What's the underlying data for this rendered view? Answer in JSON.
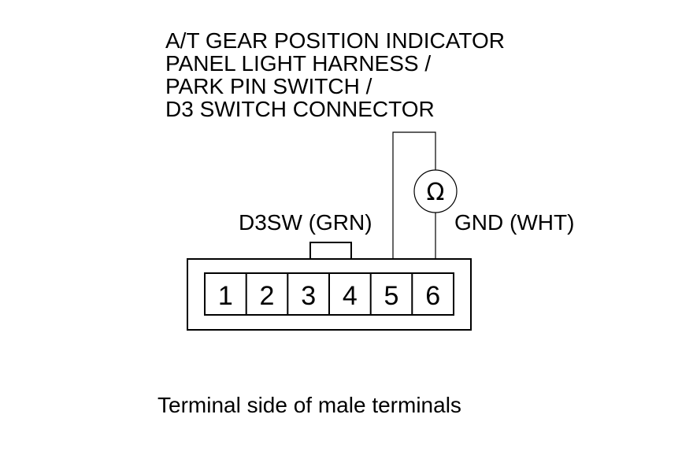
{
  "title": {
    "lines": [
      "A/T GEAR POSITION INDICATOR",
      "PANEL LIGHT HARNESS /",
      "PARK PIN SWITCH /",
      "D3 SWITCH CONNECTOR"
    ]
  },
  "labels": {
    "d3sw": "D3SW (GRN)",
    "gnd": "GND (WHT)"
  },
  "meter": {
    "symbol": "Ω",
    "icon": "ohmmeter-icon"
  },
  "connector": {
    "pins": [
      "1",
      "2",
      "3",
      "4",
      "5",
      "6"
    ]
  },
  "caption": "Terminal side of male terminals"
}
